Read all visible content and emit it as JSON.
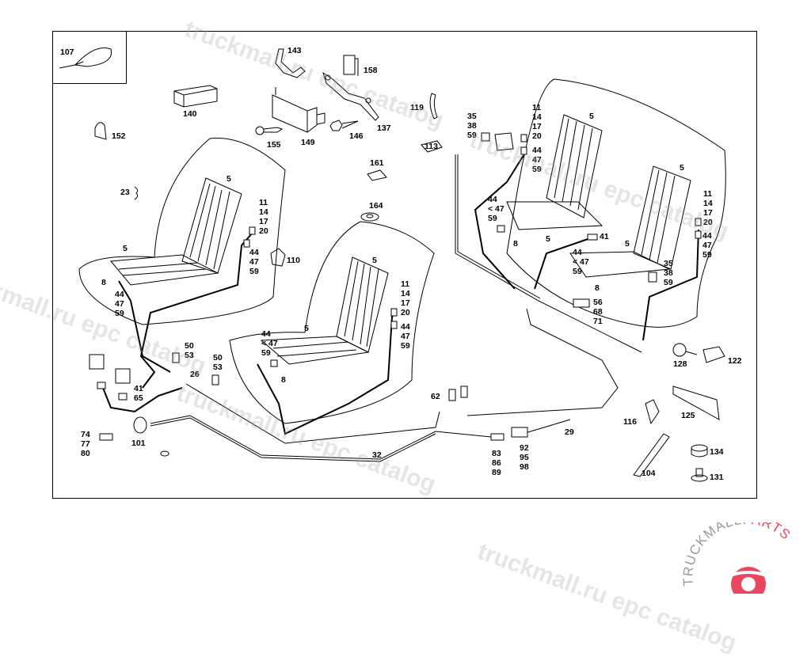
{
  "diagram": {
    "callouts": [
      "107",
      "143",
      "158",
      "140",
      "152",
      "155",
      "149",
      "146",
      "137",
      "119",
      "35\n38\n59",
      "113",
      "11\n14\n17\n20",
      "5",
      "44\n47\n59",
      "161",
      "5",
      "23",
      "5",
      "11\n14\n17\n20",
      "164",
      "11\n14\n17\n20",
      "44\n47\n59",
      "44\n< 47\n59",
      "5",
      "41",
      "8",
      "5",
      "44\n47\n59",
      "110",
      "5",
      "44\n< 47\n59",
      "35\n38\n59",
      "5",
      "8",
      "44\n47\n59",
      "11\n14\n17\n20",
      "8",
      "56\n68\n71",
      "44\n< 47\n59",
      "5",
      "44\n47\n59",
      "50\n53",
      "50\n53",
      "8",
      "128",
      "122",
      "26",
      "41\n65",
      "62",
      "116",
      "125",
      "29",
      "74\n77\n80",
      "101",
      "32",
      "92\n95\n98",
      "83\n86\n89",
      "134",
      "104",
      "131"
    ],
    "line_color": "#000000",
    "background": "#ffffff"
  },
  "watermark": {
    "text": "truckmall.ru epc catalog",
    "logo_text_a": "TRUCKMALL",
    "logo_text_b": "PARTS",
    "logo_color_a": "#9a9a9a",
    "logo_color_b": "#e8475f"
  }
}
